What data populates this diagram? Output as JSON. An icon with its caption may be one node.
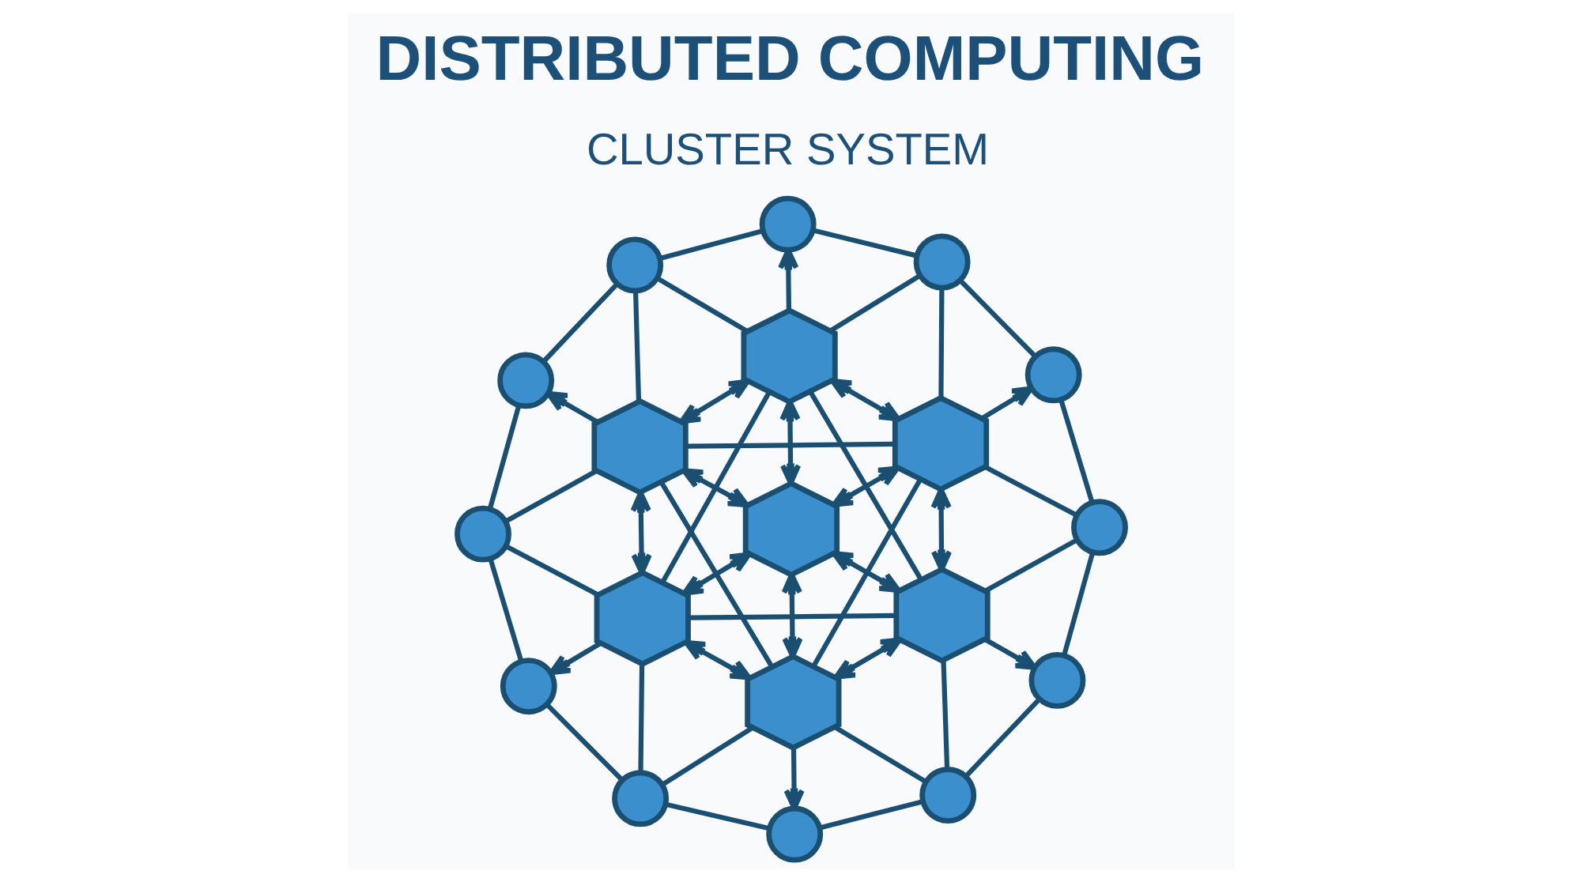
{
  "diagram": {
    "title": "DISTRIBUTED COMPUTING",
    "nodes": [
      {
        "text": [],
        "shape": "circle"
      },
      {
        "text": [],
        "shape": "circle"
      },
      {
        "text": [],
        "shape": "circle"
      },
      {
        "text": [],
        "shape": "hexagon"
      },
      {
        "text": [],
        "shape": "circle"
      },
      {
        "text": [],
        "shape": "circle"
      },
      {
        "text": [],
        "shape": "hexagon"
      },
      {
        "text": [],
        "shape": "hexagon"
      },
      {
        "text": [],
        "shape": "hexagon"
      },
      {
        "text": [],
        "shape": "circle"
      },
      {
        "text": [],
        "shape": "circle"
      },
      {
        "text": [],
        "shape": "hexagon"
      },
      {
        "text": [],
        "shape": "hexagon"
      },
      {
        "text": [],
        "shape": "circle"
      },
      {
        "text": [],
        "shape": "circle"
      },
      {
        "text": [],
        "shape": "hexagon"
      },
      {
        "text": [],
        "shape": "circle"
      },
      {
        "text": [],
        "shape": "circle"
      },
      {
        "text": [],
        "shape": "circle"
      }
    ],
    "edges": [
      {
        "from": 3,
        "to": 0,
        "arrow": "to"
      },
      {
        "from": 0,
        "to": 1,
        "arrow": "none"
      },
      {
        "from": 0,
        "to": 2,
        "arrow": "none"
      },
      {
        "from": 1,
        "to": 3,
        "arrow": "none"
      },
      {
        "from": 2,
        "to": 3,
        "arrow": "none"
      },
      {
        "from": 1,
        "to": 4,
        "arrow": "none"
      },
      {
        "from": 1,
        "to": 6,
        "arrow": "none"
      },
      {
        "from": 2,
        "to": 5,
        "arrow": "none"
      },
      {
        "from": 2,
        "to": 7,
        "arrow": "none"
      },
      {
        "from": 3,
        "to": 6,
        "arrow": "both"
      },
      {
        "from": 3,
        "to": 7,
        "arrow": "both"
      },
      {
        "from": 3,
        "to": 8,
        "arrow": "both"
      },
      {
        "from": 3,
        "to": 11,
        "arrow": "none"
      },
      {
        "from": 3,
        "to": 12,
        "arrow": "none"
      },
      {
        "from": 6,
        "to": 4,
        "arrow": "to"
      },
      {
        "from": 7,
        "to": 5,
        "arrow": "to"
      },
      {
        "from": 4,
        "to": 9,
        "arrow": "none"
      },
      {
        "from": 5,
        "to": 10,
        "arrow": "none"
      },
      {
        "from": 6,
        "to": 7,
        "arrow": "none"
      },
      {
        "from": 6,
        "to": 8,
        "arrow": "both"
      },
      {
        "from": 7,
        "to": 8,
        "arrow": "both"
      },
      {
        "from": 6,
        "to": 9,
        "arrow": "none"
      },
      {
        "from": 7,
        "to": 10,
        "arrow": "none"
      },
      {
        "from": 6,
        "to": 11,
        "arrow": "both"
      },
      {
        "from": 7,
        "to": 12,
        "arrow": "both"
      },
      {
        "from": 6,
        "to": 15,
        "arrow": "none"
      },
      {
        "from": 7,
        "to": 15,
        "arrow": "none"
      },
      {
        "from": 8,
        "to": 11,
        "arrow": "both"
      },
      {
        "from": 8,
        "to": 12,
        "arrow": "both"
      },
      {
        "from": 8,
        "to": 15,
        "arrow": "both"
      },
      {
        "from": 9,
        "to": 11,
        "arrow": "none"
      },
      {
        "from": 10,
        "to": 12,
        "arrow": "none"
      },
      {
        "from": 9,
        "to": 13,
        "arrow": "none"
      },
      {
        "from": 10,
        "to": 14,
        "arrow": "none"
      },
      {
        "from": 11,
        "to": 12,
        "arrow": "none"
      },
      {
        "from": 11,
        "to": 13,
        "arrow": "to"
      },
      {
        "from": 12,
        "to": 14,
        "arrow": "to"
      },
      {
        "from": 11,
        "to": 15,
        "arrow": "both"
      },
      {
        "from": 12,
        "to": 15,
        "arrow": "both"
      },
      {
        "from": 11,
        "to": 16,
        "arrow": "none"
      },
      {
        "from": 12,
        "to": 17,
        "arrow": "none"
      },
      {
        "from": 13,
        "to": 16,
        "arrow": "none"
      },
      {
        "from": 14,
        "to": 17,
        "arrow": "none"
      },
      {
        "from": 15,
        "to": 18,
        "arrow": "to"
      },
      {
        "from": 15,
        "to": 16,
        "arrow": "none"
      },
      {
        "from": 15,
        "to": 17,
        "arrow": "none"
      },
      {
        "from": 16,
        "to": 18,
        "arrow": "none"
      },
      {
        "from": 17,
        "to": 18,
        "arrow": "none"
      }
    ],
    "labels": [
      "CLUSTER SYSTEM"
    ]
  }
}
